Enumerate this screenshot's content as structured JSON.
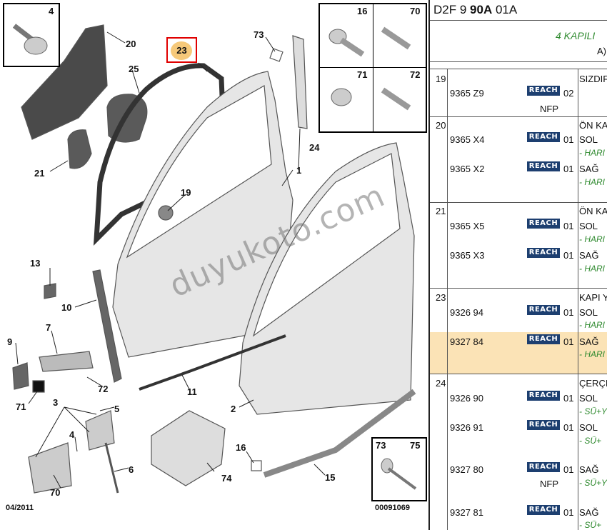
{
  "diagram": {
    "callouts": [
      "4",
      "20",
      "25",
      "21",
      "23",
      "19",
      "73",
      "24",
      "1",
      "13",
      "10",
      "9",
      "7",
      "72",
      "71",
      "3",
      "5",
      "4",
      "6",
      "70",
      "11",
      "2",
      "74",
      "16",
      "15"
    ],
    "highlighted_callout": "23",
    "inset_top": [
      "16",
      "70",
      "71",
      "72"
    ],
    "inset_bottom": [
      "73",
      "75"
    ],
    "date_code": "04/2011",
    "drawing_number": "00091069",
    "watermark": "duyukoto.com"
  },
  "panel": {
    "header_prefix": "D2F 9 ",
    "header_bold": "90A",
    "header_suffix": " 01A",
    "subtitle": "4 KAPILI",
    "subtitle2": "A)",
    "badge": "REACH",
    "groups": [
      {
        "num": "19",
        "rows": [
          {
            "pn": "9365 Z9",
            "qty": "02",
            "nfp": "NFP",
            "desc": "SIZDIF",
            "note": ""
          }
        ]
      },
      {
        "num": "20",
        "rows": [
          {
            "pn": "9365 X4",
            "qty": "01",
            "nfp": "",
            "desc": "ÖN KA",
            "desc2": "SOL",
            "note": "- HARI"
          },
          {
            "pn": "9365 X2",
            "qty": "01",
            "nfp": "",
            "desc": "SAĞ",
            "note": "- HARI"
          }
        ]
      },
      {
        "num": "21",
        "rows": [
          {
            "pn": "9365 X5",
            "qty": "01",
            "nfp": "",
            "desc": "ÖN KA",
            "desc2": "SOL",
            "note": "- HARI"
          },
          {
            "pn": "9365 X3",
            "qty": "01",
            "nfp": "",
            "desc": "SAĞ",
            "note": "- HARI"
          }
        ]
      },
      {
        "num": "23",
        "rows": [
          {
            "pn": "9326 94",
            "qty": "01",
            "nfp": "",
            "desc": "KAPI Y",
            "desc2": "SOL",
            "note": "- HARI"
          },
          {
            "pn": "9327 84",
            "qty": "01",
            "nfp": "",
            "desc": "SAĞ",
            "note": "- HARI"
          }
        ]
      },
      {
        "num": "24",
        "rows": [
          {
            "pn": "9326 90",
            "qty": "01",
            "nfp": "",
            "desc": "ÇERÇI",
            "desc2": "SOL",
            "note": "- SÜ+Y"
          },
          {
            "pn": "9326 91",
            "qty": "01",
            "nfp": "",
            "desc": "SOL",
            "note": "- SÜ+"
          },
          {
            "pn": "9327 80",
            "qty": "01",
            "nfp": "NFP",
            "desc": "SAĞ",
            "note": "- SÜ+Y"
          },
          {
            "pn": "9327 81",
            "qty": "01",
            "nfp": "",
            "desc": "SAĞ",
            "note": "- SÜ+"
          }
        ]
      }
    ]
  }
}
